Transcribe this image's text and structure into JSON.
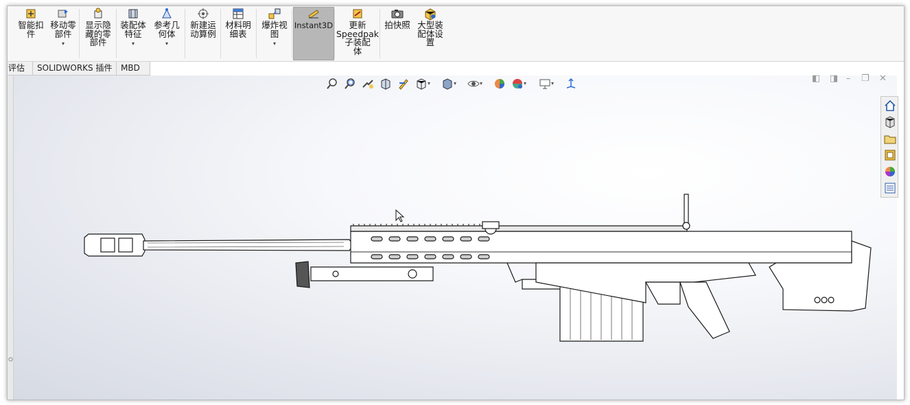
{
  "ribbon": {
    "buttons": [
      {
        "id": "smart-fasteners",
        "label": "智能扣\n件",
        "icon": "smart-fastener-icon",
        "dropdown": false
      },
      {
        "id": "move-component",
        "label": "移动零\n部件",
        "icon": "move-component-icon",
        "dropdown": true
      },
      {
        "id": "show-hidden",
        "label": "显示隐\n藏的零\n部件",
        "icon": "show-hidden-icon",
        "dropdown": false
      },
      {
        "id": "assembly-features",
        "label": "装配体\n特征",
        "icon": "assembly-feature-icon",
        "dropdown": true
      },
      {
        "id": "reference-geometry",
        "label": "参考几\n何体",
        "icon": "reference-geometry-icon",
        "dropdown": true
      },
      {
        "id": "new-motion-study",
        "label": "新建运\n动算例",
        "icon": "motion-study-icon",
        "dropdown": false
      },
      {
        "id": "bill-of-materials",
        "label": "材料明\n细表",
        "icon": "bom-icon",
        "dropdown": false
      },
      {
        "id": "exploded-view",
        "label": "爆炸视\n图",
        "icon": "explode-icon",
        "dropdown": true
      },
      {
        "id": "instant3d",
        "label": "Instant3D",
        "icon": "instant3d-icon",
        "dropdown": false
      },
      {
        "id": "update-speedpak",
        "label": "更新\nSpeedpak\n子装配\n体",
        "icon": "speedpak-icon",
        "dropdown": false
      },
      {
        "id": "take-snapshot",
        "label": "拍快照",
        "icon": "camera-icon",
        "dropdown": false
      },
      {
        "id": "large-assembly",
        "label": "大型装\n配体设\n置",
        "icon": "large-assembly-icon",
        "dropdown": false
      }
    ]
  },
  "tabs": [
    "评估",
    "SOLIDWORKS 插件",
    "MBD"
  ],
  "heads_up_toolbar": [
    "zoom-to-fit-icon",
    "zoom-to-area-icon",
    "previous-view-icon",
    "section-view-icon",
    "dynamic-annotation-icon",
    "view-orientation-icon",
    "display-style-icon",
    "hide-show-items-icon",
    "edit-appearance-icon",
    "apply-scene-icon",
    "view-settings-icon",
    "rotate-view-icon"
  ],
  "window_controls": [
    "tile-left-icon",
    "tile-right-icon",
    "minimize-icon",
    "restore-icon",
    "close-icon"
  ],
  "task_pane": [
    "home-icon",
    "design-library-icon",
    "file-explorer-icon",
    "view-palette-icon",
    "appearances-icon",
    "custom-properties-icon"
  ],
  "colors": {
    "ribbon_bg": "#f7f7f7",
    "active_button": "#b7b7b7",
    "viewport_center": "#ffffff",
    "viewport_edge": "#d6dae3"
  }
}
